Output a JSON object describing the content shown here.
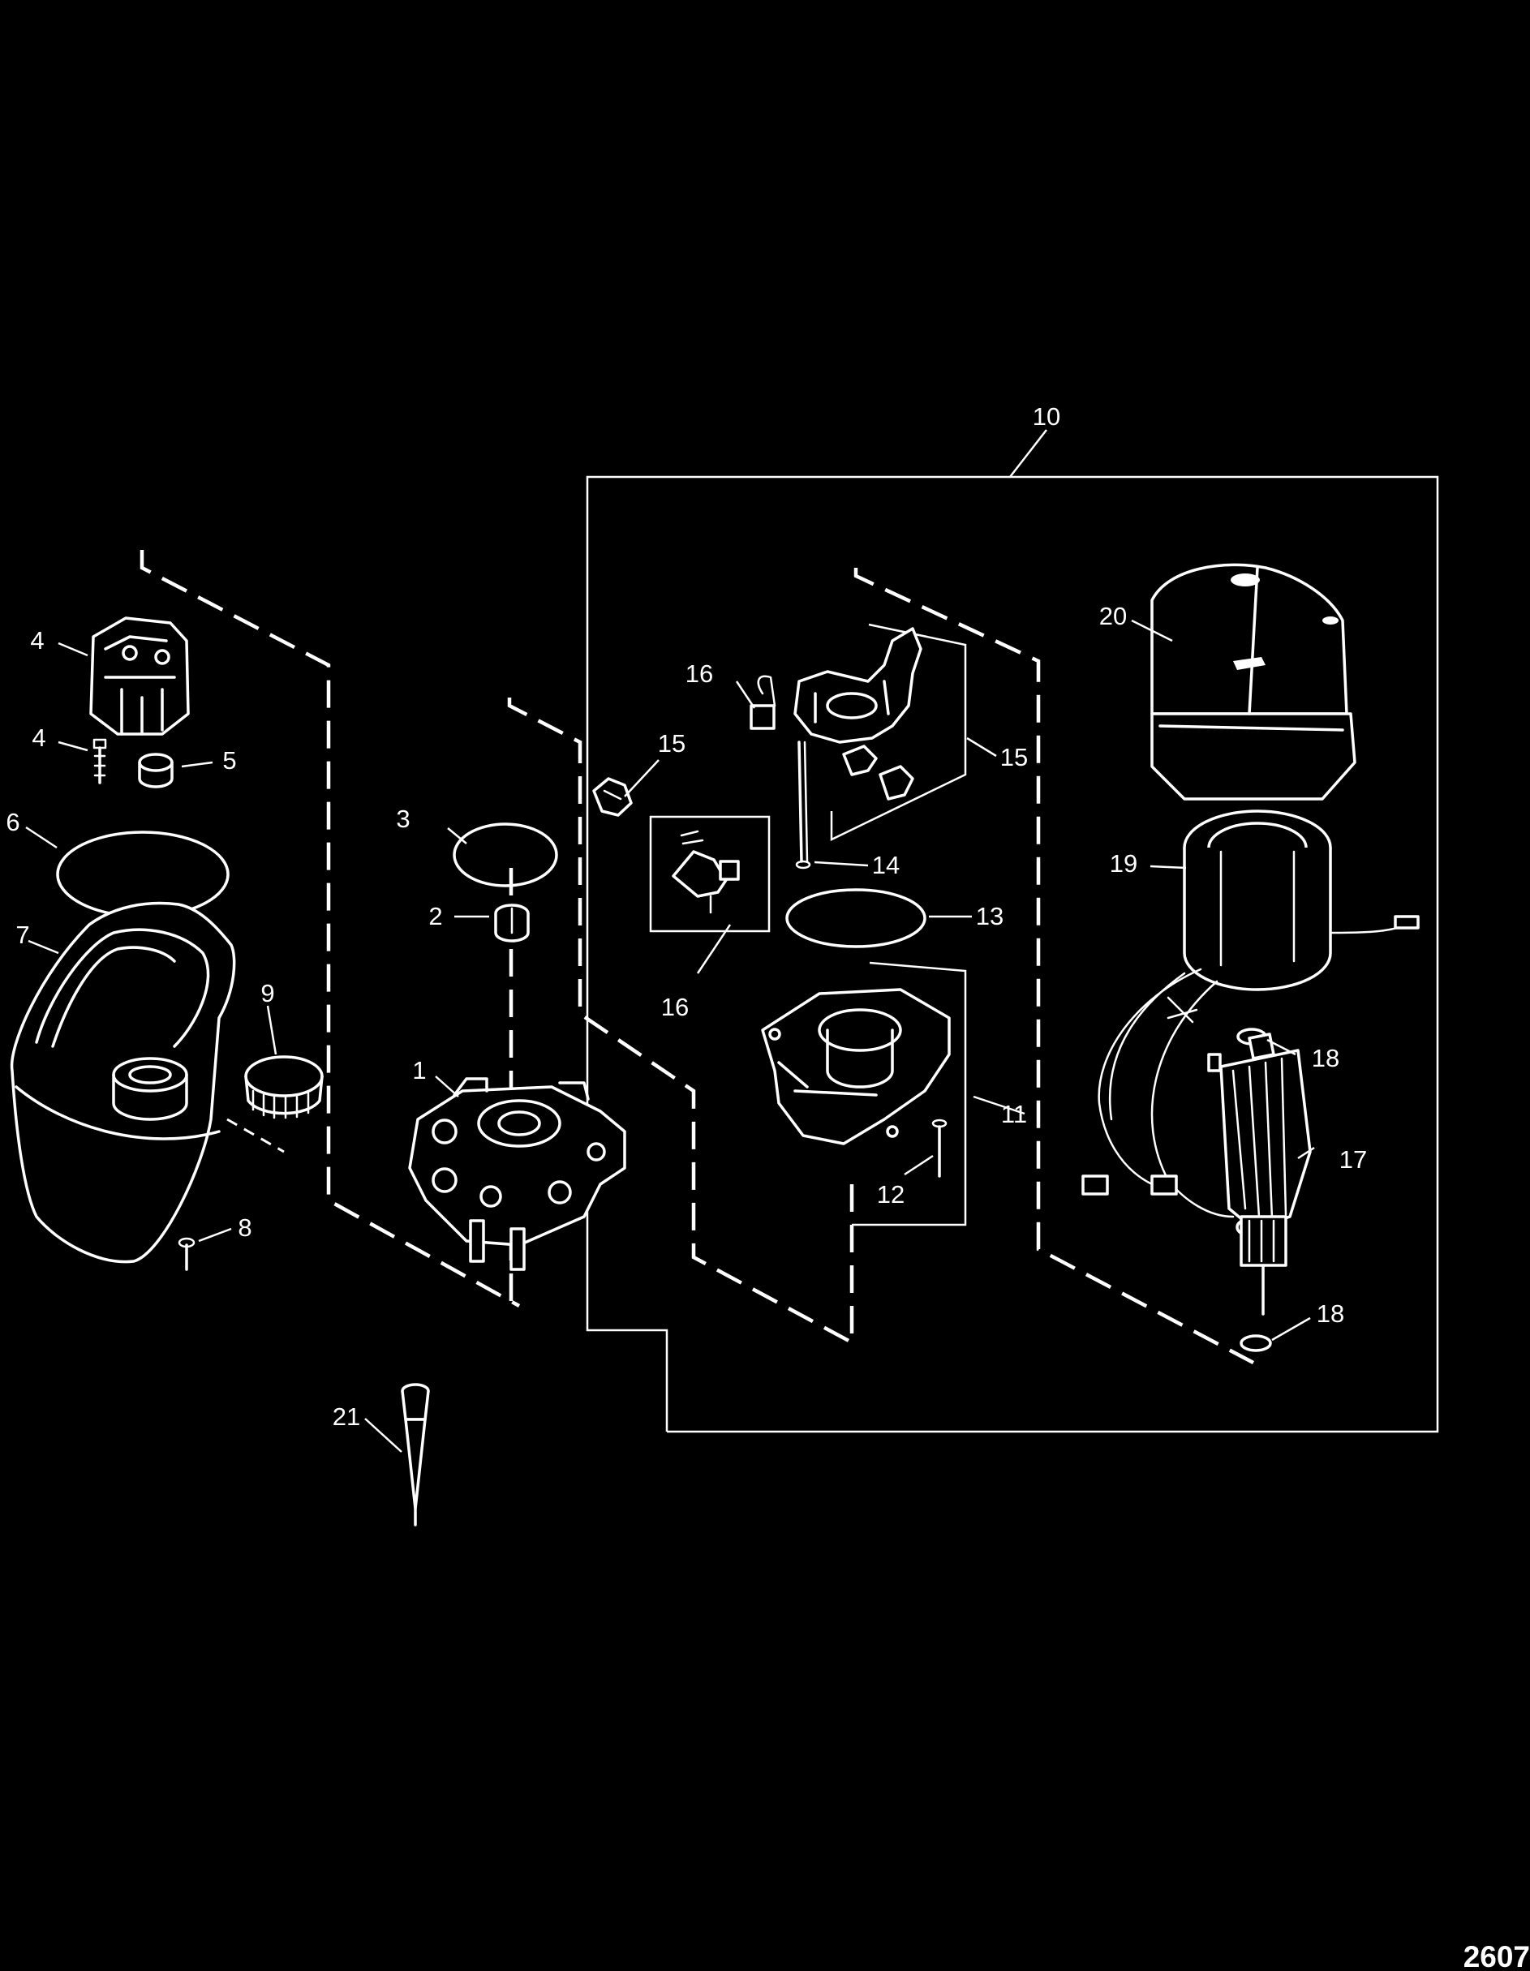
{
  "diagram": {
    "callouts": {
      "c1": "1",
      "c2": "2",
      "c3": "3",
      "c4a": "4",
      "c4b": "4",
      "c5": "5",
      "c6": "6",
      "c7": "7",
      "c8": "8",
      "c9": "9",
      "c10": "10",
      "c11": "11",
      "c12": "12",
      "c13": "13",
      "c14": "14",
      "c15a": "15",
      "c15b": "15",
      "c16a": "16",
      "c16b": "16",
      "c17": "17",
      "c18a": "18",
      "c18b": "18",
      "c19": "19",
      "c20": "20",
      "c21": "21"
    },
    "figure_number": "2607"
  }
}
